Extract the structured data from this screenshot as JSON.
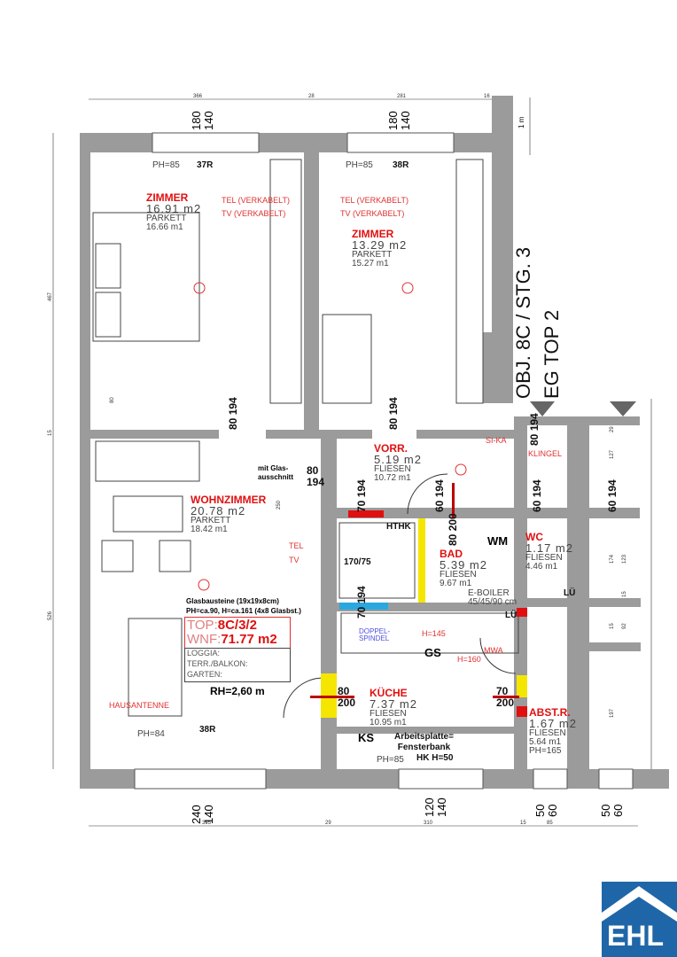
{
  "title": {
    "line1": "OBJ. 8C / STG. 3",
    "line2": "EG TOP 2"
  },
  "scale": "1 m",
  "logo": "EHL",
  "dims_top": [
    "366",
    "28",
    "281",
    "16"
  ],
  "dims_bottom": [
    "395",
    "29",
    "310",
    "15",
    "85"
  ],
  "dims_left": [
    "467",
    "15",
    "526",
    "80",
    "250"
  ],
  "dims_right": [
    "29",
    "127",
    "174",
    "123",
    "15",
    "92",
    "15",
    "197"
  ],
  "windows": {
    "w1": "180\n140",
    "w2": "180\n140",
    "w3": "240\n140",
    "w4": "120\n140",
    "w5": "50\n60",
    "w6": "50\n60",
    "ph1": "PH=85",
    "r1": "37R",
    "ph2": "PH=85",
    "r2": "38R",
    "ph3": "PH=84",
    "r3": "38R",
    "ph4": "PH=85"
  },
  "rooms": [
    {
      "name": "ZIMMER",
      "area": "16.91  m2",
      "floor": "PARKETT",
      "perim": "16.66  m1"
    },
    {
      "name": "ZIMMER",
      "area": "13.29  m2",
      "floor": "PARKETT",
      "perim": "15.27  m1"
    },
    {
      "name": "WOHNZIMMER",
      "area": "20.78  m2",
      "floor": "PARKETT",
      "perim": "18.42  m1"
    },
    {
      "name": "VORR.",
      "area": "5.19  m2",
      "floor": "FLIESEN",
      "perim": "10.72  m1"
    },
    {
      "name": "BAD",
      "area": "5.39  m2",
      "floor": "FLIESEN",
      "perim": "9.67  m1"
    },
    {
      "name": "WC",
      "area": "1.17  m2",
      "floor": "FLIESEN",
      "perim": "4.46  m1"
    },
    {
      "name": "KÜCHE",
      "area": "7.37  m2",
      "floor": "FLIESEN",
      "perim": "10.95  m1"
    },
    {
      "name": "ABST.R.",
      "area": "1.67  m2",
      "floor": "FLIESEN",
      "perim": "5.64  m1",
      "extra": "PH=165"
    }
  ],
  "doors": [
    {
      "w": "80",
      "h": "194"
    },
    {
      "w": "80",
      "h": "194"
    },
    {
      "w": "80",
      "h": "194"
    },
    {
      "w": "70",
      "h": "194"
    },
    {
      "w": "60",
      "h": "194"
    },
    {
      "w": "80",
      "h": "200"
    },
    {
      "w": "60",
      "h": "194"
    },
    {
      "w": "60",
      "h": "194"
    },
    {
      "w": "80",
      "h": "194"
    },
    {
      "w": "80",
      "h": "200"
    },
    {
      "w": "70",
      "h": "200"
    },
    {
      "w": "70",
      "h": "194"
    }
  ],
  "electrical": {
    "tel1": "TEL (VERKABELT)",
    "tv1": "TV (VERKABELT)",
    "tel2": "TEL (VERKABELT)",
    "tv2": "TV (VERKABELT)",
    "sika": "SI-KA",
    "klingel": "KLINGEL",
    "hausantenne": "HAUSANTENNE",
    "tel3": "TEL",
    "tv3": "TV"
  },
  "fixtures": {
    "hthk": "HTHK",
    "wm": "WM",
    "tub": "170/75",
    "boiler": "E-BOILER",
    "boiler_size": "45/45/90 cm",
    "lu1": "LÜ",
    "lu2": "LÜ",
    "doppelspindel": "DOPPEL-\nSPINDEL",
    "gs": "GS",
    "ks": "KS",
    "mwa": "MWA",
    "h145": "H=145",
    "h160": "H=160",
    "arbeitsplatte": "Arbeitsplatte=\nFensterbank",
    "hk": "HK H=50",
    "glas_note": "mit Glas-\nausschnitt"
  },
  "info": {
    "glas1": "Glasbausteine (19x19x8cm)",
    "glas2": "PH=ca.90, H=ca.161 (4x8 Glasbst.)",
    "top_label": "TOP:",
    "top_value": "8C/3/2",
    "wnf_label": "WNF:",
    "wnf_value": "71.77 m2",
    "loggia": "LOGGIA:",
    "terr": "TERR./BALKON:",
    "garten": "GARTEN:",
    "rh": "RH=2,60 m"
  },
  "colors": {
    "wall": "#9b9b9b",
    "red": "#e01010",
    "yellow": "#f5e600",
    "logo": "#1f66a8"
  }
}
